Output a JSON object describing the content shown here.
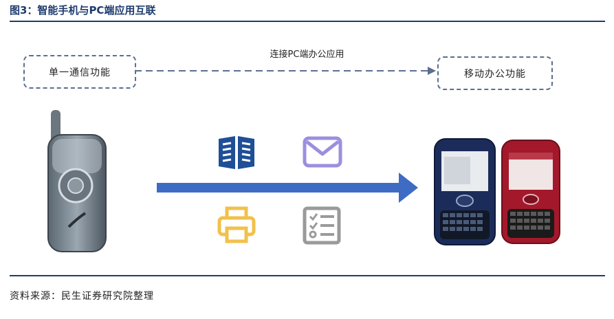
{
  "figure_title": "图3：智能手机与PC端应用互联",
  "diagram": {
    "left_box": "单一通信功能",
    "right_box": "移动办公功能",
    "connector_label": "连接PC端办公应用"
  },
  "icons": [
    "book-icon",
    "mail-icon",
    "printer-icon",
    "checklist-icon"
  ],
  "colors": {
    "title": "#1f3c6e",
    "arrow": "#3e6cc4",
    "book": "#1e4f97",
    "mail": "#9b8fe0",
    "printer": "#f2c14b",
    "checklist": "#9a9a9a"
  },
  "source": "资料来源：民生证券研究院整理"
}
